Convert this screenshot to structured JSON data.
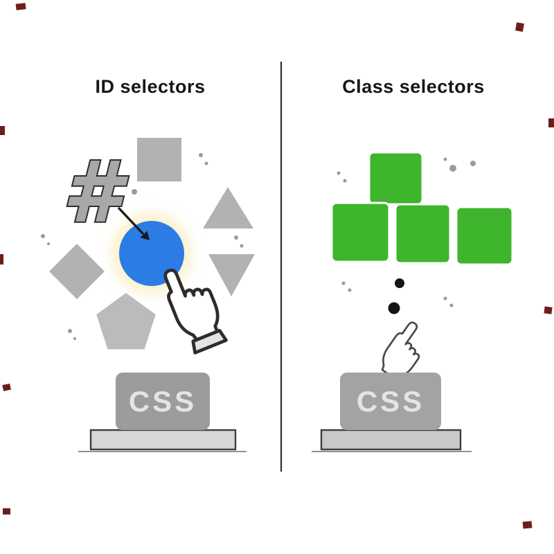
{
  "left_panel": {
    "title": "ID selectors",
    "hash_glyph": "#",
    "stamp_label": "CSS",
    "target_color": "#2b7ce5",
    "glow_color": "#faf0c8",
    "shape_color": "#b2b2b2"
  },
  "right_panel": {
    "title": "Class selectors",
    "stamp_label": "CSS",
    "selected_color": "#3fb42d",
    "shape_color": "#b2b2b2"
  },
  "divider_color": "#2f2f2f",
  "background_color": "#ffffff",
  "edge_mark_color": "#6e1d1d"
}
